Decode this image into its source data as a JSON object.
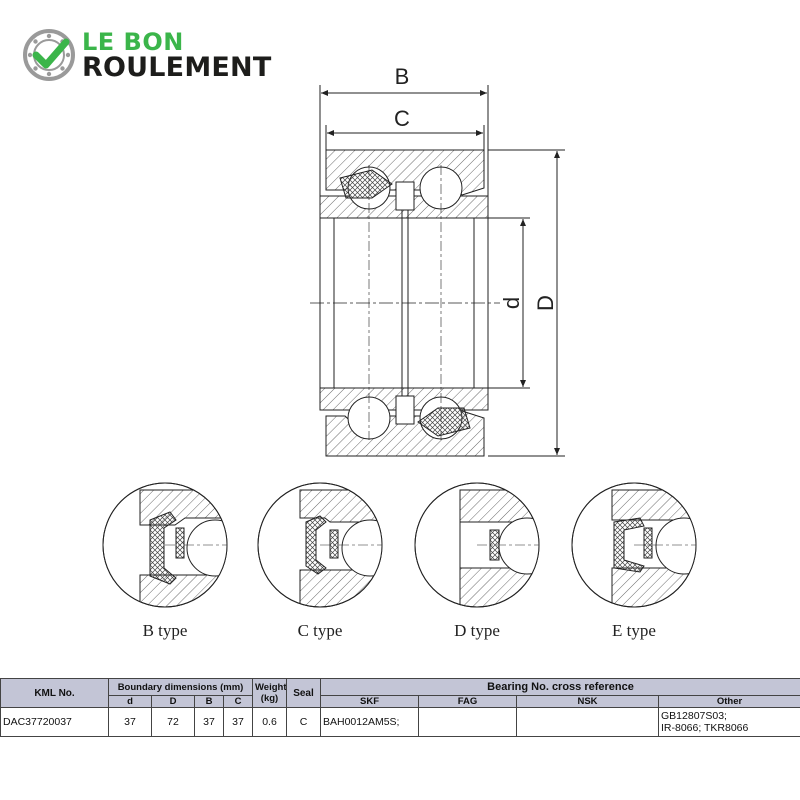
{
  "logo": {
    "line1": "LE BON",
    "line2": "ROULEMENT",
    "colors": {
      "green": "#3bb54a",
      "dark": "#1d1d1b",
      "ring": "#9a9a9a"
    }
  },
  "diagram": {
    "dimension_labels": {
      "B": "B",
      "C": "C",
      "d": "d",
      "D": "D"
    },
    "seal_types": [
      "B type",
      "C type",
      "D type",
      "E type"
    ]
  },
  "table": {
    "headers": {
      "kml": "KML No.",
      "boundary": "Boundary dimensions (mm)",
      "weight": "Weight (kg)",
      "seal": "Seal",
      "cross_ref": "Bearing No. cross reference",
      "d": "d",
      "D": "D",
      "B": "B",
      "C": "C",
      "skf": "SKF",
      "fag": "FAG",
      "nsk": "NSK",
      "other": "Other"
    },
    "row": {
      "kml": "DAC37720037",
      "d": "37",
      "D": "72",
      "B": "37",
      "C": "37",
      "weight": "0.6",
      "seal": "C",
      "skf": "BAH0012AM5S;",
      "fag": "",
      "nsk": "",
      "other_line1": "GB12807S03;",
      "other_line2": "IR-8066; TKR8066"
    },
    "colors": {
      "header_bg": "#c3c5d6"
    }
  }
}
